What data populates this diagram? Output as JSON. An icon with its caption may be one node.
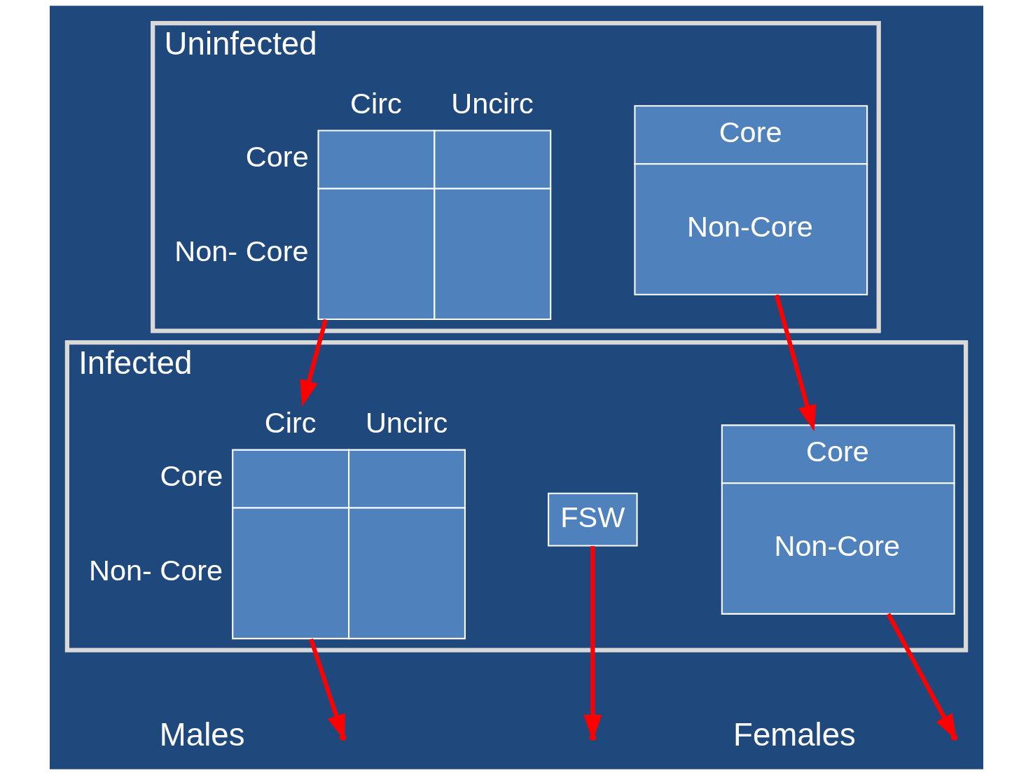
{
  "diagram": {
    "nodes": [
      {
        "text": [
          "Uninfected"
        ]
      },
      {
        "text": [
          "Circ",
          "Uncirc",
          "Core",
          "Non- Core"
        ],
        "in": 0
      },
      {
        "text": [
          "Core",
          "Non-Core"
        ],
        "in": 0
      },
      {
        "text": [
          "Infected"
        ]
      },
      {
        "text": [
          "Circ",
          "Uncirc",
          "Core",
          "Non- Core"
        ],
        "in": 3
      },
      {
        "text": [
          "FSW"
        ],
        "in": 3
      },
      {
        "text": [
          "Core",
          "Non-Core"
        ],
        "in": 3
      }
    ],
    "edges": [
      {
        "from": 1,
        "to": 4,
        "arrow": "to"
      },
      {
        "from": 2,
        "to": 6,
        "arrow": "to"
      },
      {
        "from": 4,
        "to": null,
        "arrow": "to"
      },
      {
        "from": 6,
        "to": null,
        "arrow": "to"
      },
      {
        "from": 5,
        "to": null,
        "arrow": "to"
      }
    ],
    "labels": [
      "Males",
      "Females"
    ]
  }
}
